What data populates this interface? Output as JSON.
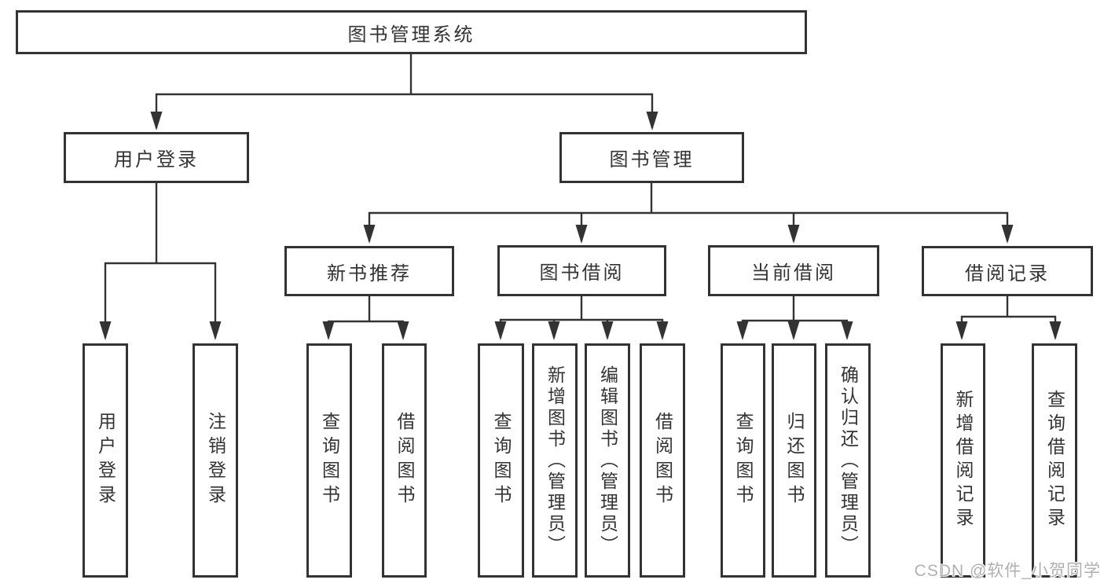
{
  "tree": {
    "root": {
      "label": "图书管理系统"
    },
    "user_login": {
      "label": "用户登录",
      "children": [
        {
          "label": "用户登录"
        },
        {
          "label": "注销登录"
        }
      ]
    },
    "book_management": {
      "label": "图书管理",
      "children": [
        {
          "label": "新书推荐",
          "children": [
            {
              "label": "查询图书"
            },
            {
              "label": "借阅图书"
            }
          ]
        },
        {
          "label": "图书借阅",
          "children": [
            {
              "label": "查询图书"
            },
            {
              "label": "新增图书（管理员）"
            },
            {
              "label": "编辑图书（管理员）"
            },
            {
              "label": "借阅图书"
            }
          ]
        },
        {
          "label": "当前借阅",
          "children": [
            {
              "label": "查询图书"
            },
            {
              "label": "归还图书"
            },
            {
              "label": "确认归还（管理员）"
            }
          ]
        },
        {
          "label": "借阅记录",
          "children": [
            {
              "label": "新增借阅记录"
            },
            {
              "label": "查询借阅记录"
            }
          ]
        }
      ]
    }
  },
  "watermark": {
    "text": "CSDN @软件_小贺同学"
  },
  "colors": {
    "line": "#333333",
    "box_border": "#333333",
    "text": "#333333",
    "watermark": "#b0b0b0",
    "background": "#ffffff"
  }
}
